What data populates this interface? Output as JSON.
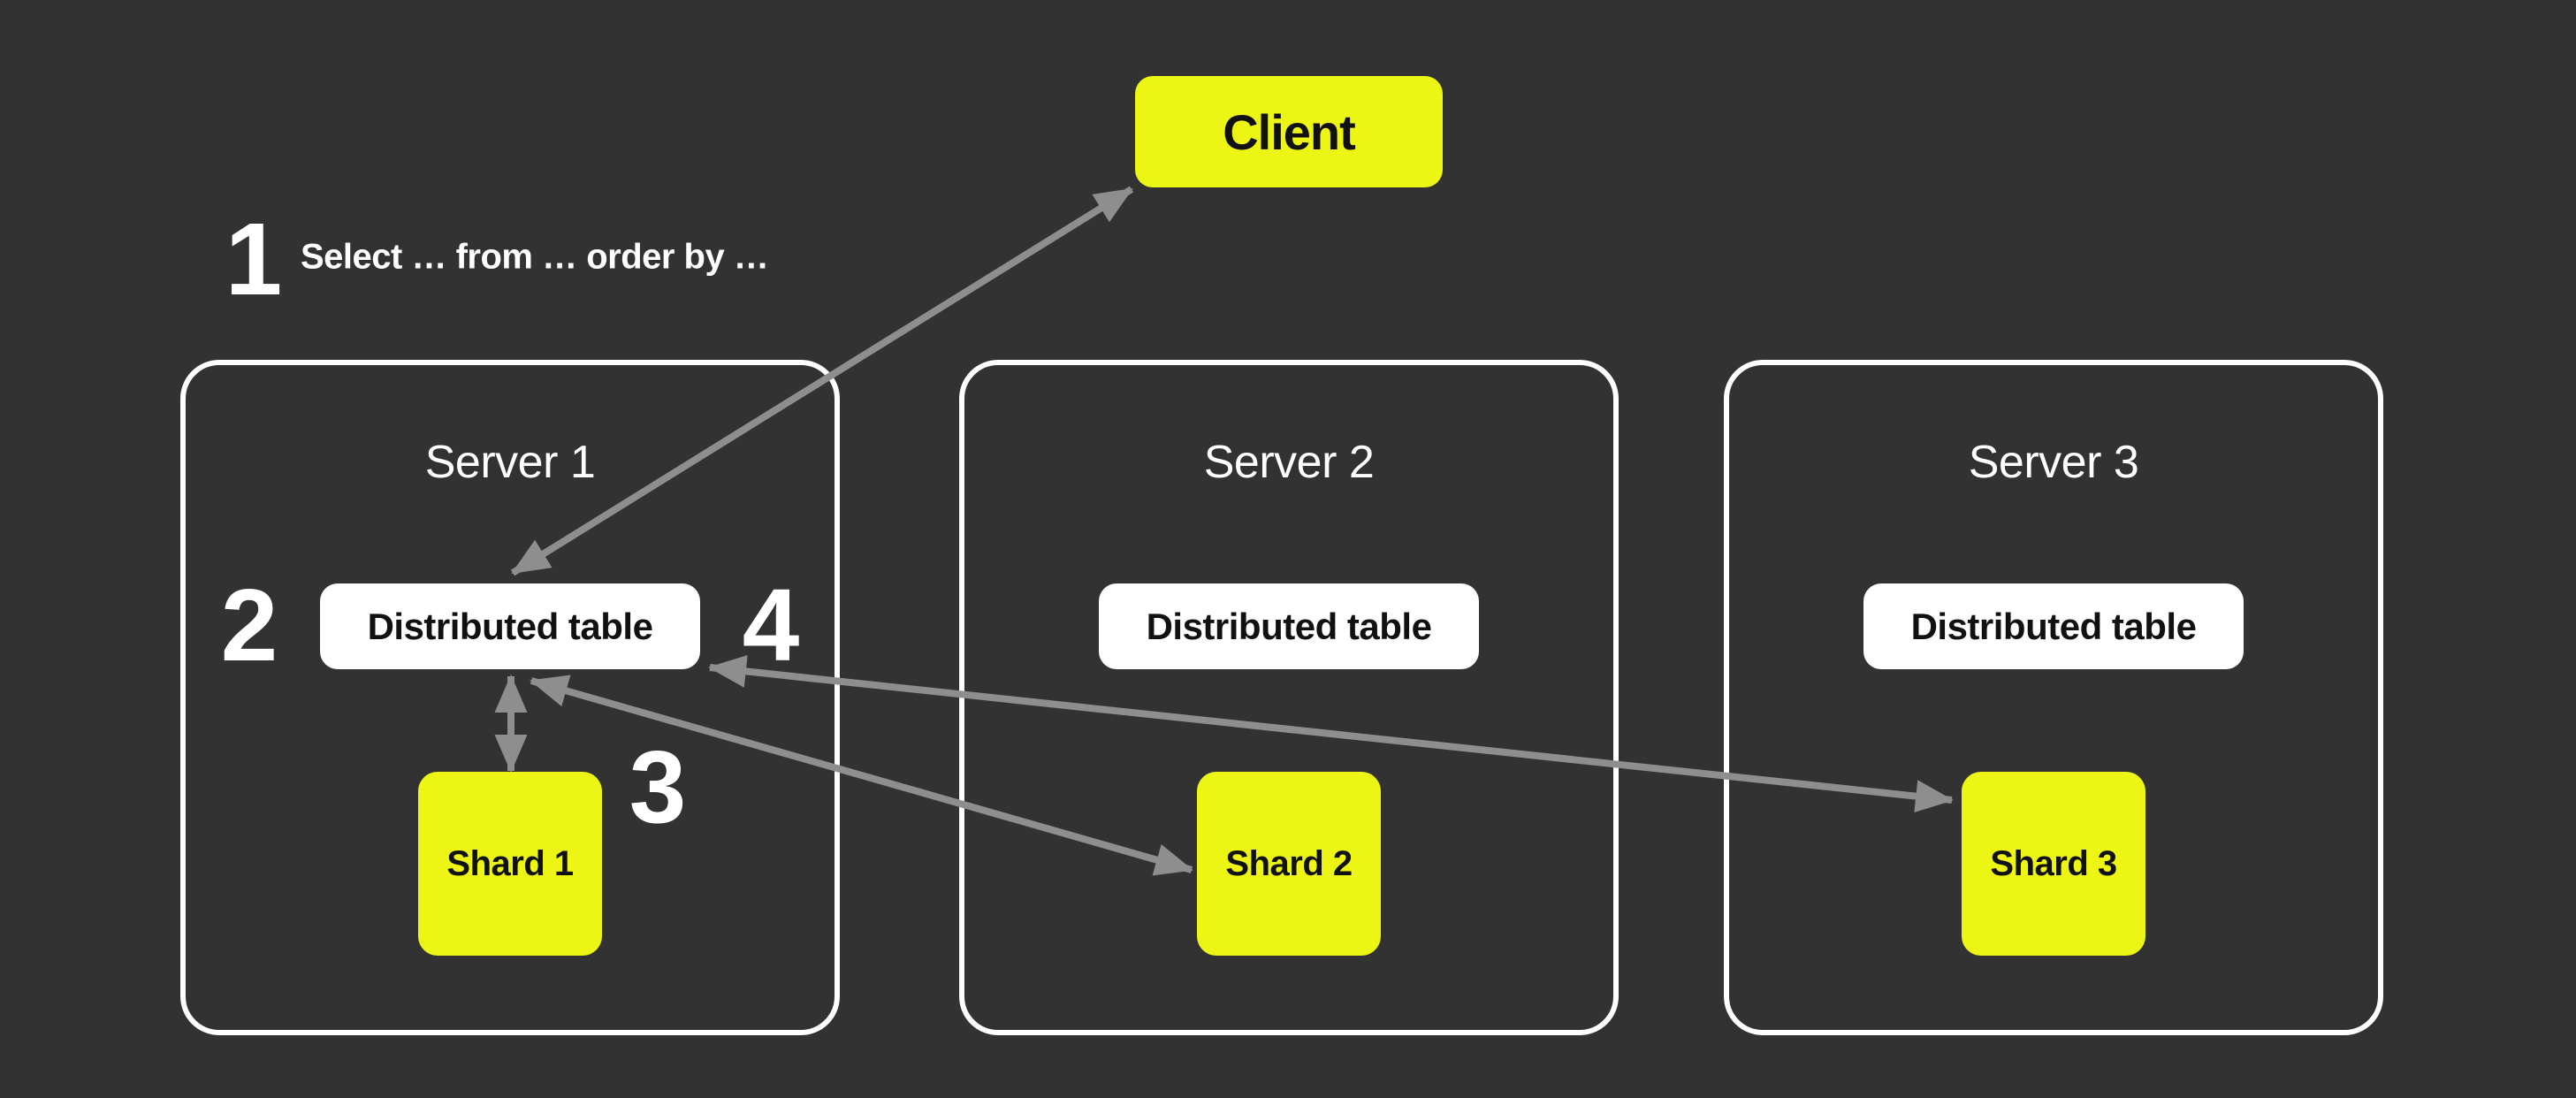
{
  "colors": {
    "background": "#323232",
    "accent_yellow": "#ecf513",
    "panel_white": "#ffffff",
    "arrow_gray": "#8e8e8e",
    "text_light": "#ffffff",
    "text_dark": "#111111"
  },
  "client": {
    "label": "Client"
  },
  "query_annotation": {
    "step_number": "1",
    "text": "Select … from … order by …"
  },
  "step_markers": {
    "step2": "2",
    "step3": "3",
    "step4": "4"
  },
  "servers": [
    {
      "title": "Server 1",
      "distributed_table": "Distributed table",
      "shard": "Shard 1"
    },
    {
      "title": "Server 2",
      "distributed_table": "Distributed table",
      "shard": "Shard 2"
    },
    {
      "title": "Server 3",
      "distributed_table": "Distributed table",
      "shard": "Shard 3"
    }
  ],
  "arrows": [
    {
      "from": "client",
      "to": "server-1-distributed-table",
      "bidirectional": true
    },
    {
      "from": "server-1-distributed-table",
      "to": "server-1-shard",
      "bidirectional": true
    },
    {
      "from": "server-1-distributed-table",
      "to": "server-2-shard",
      "bidirectional": true
    },
    {
      "from": "server-1-distributed-table",
      "to": "server-3-shard",
      "bidirectional": true
    }
  ]
}
